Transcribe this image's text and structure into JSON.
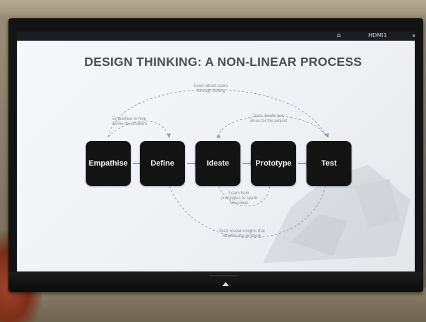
{
  "screen": {
    "input_label": "HDMI1",
    "title": "DESIGN THINKING: A NON-LINEAR PROCESS"
  },
  "stages": [
    {
      "label": "Empathise"
    },
    {
      "label": "Define"
    },
    {
      "label": "Ideate"
    },
    {
      "label": "Prototype"
    },
    {
      "label": "Test"
    }
  ],
  "notes": {
    "top_outer": "Learn about users\nthrough testing",
    "left_loop": "Empathise to help\ndefine the problem",
    "right_loop": "Tests create new\nideas for the project",
    "middle_lower": "Learn from\nprototypes to spark\nnew ideas",
    "bottom_outer": "Tests reveal insights that\nredefine the problem"
  }
}
